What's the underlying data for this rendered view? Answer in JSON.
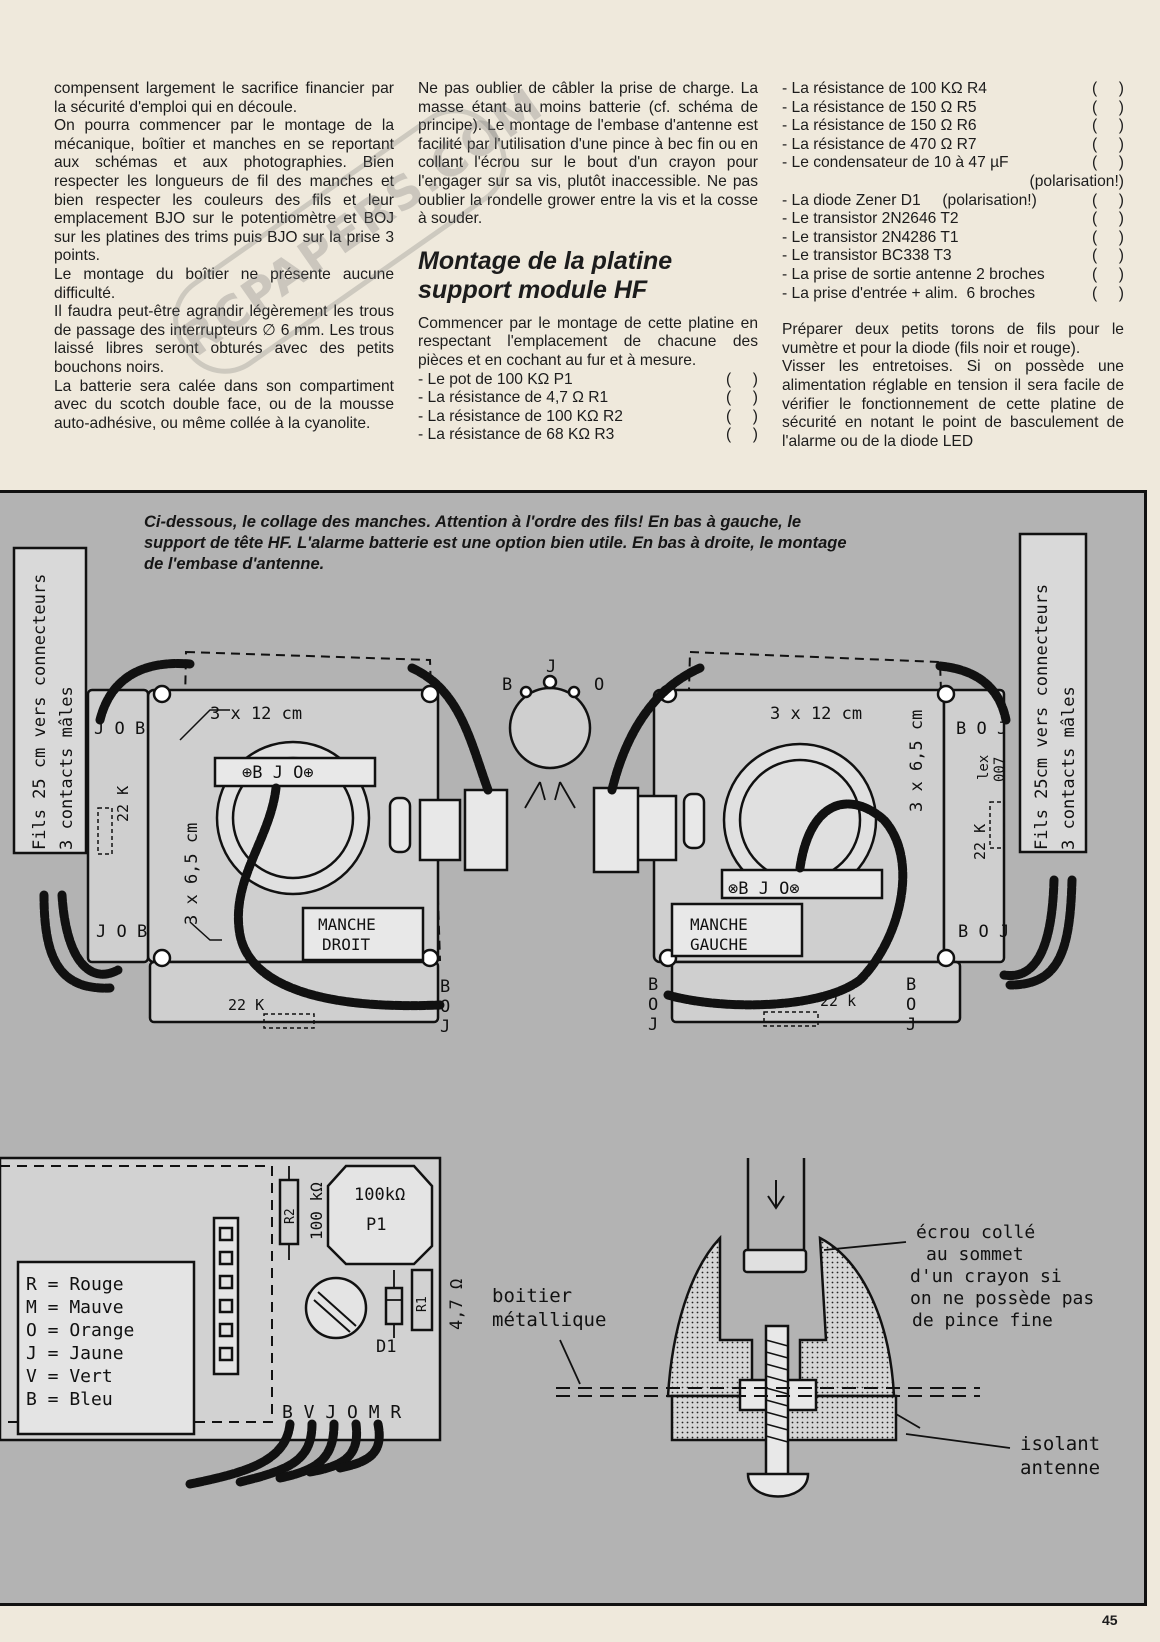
{
  "col1": {
    "p1": "compensent largement le sacrifice financier par la sécurité d'emploi qui en découle.",
    "p2": "On pourra commencer par le montage de la mécanique, boîtier et manches en se reportant aux schémas et aux photographies. Bien respecter les longueurs de fil des manches et bien respecter les couleurs des fils et leur emplacement BJO sur le potentiomètre et BOJ sur les platines des trims puis BJO sur la prise 3 points.",
    "p3": "Le montage du boîtier ne présente aucune difficulté.",
    "p4": "Il faudra peut-être agrandir légèrement les trous de passage des interrupteurs ∅ 6 mm. Les trous laissé libres seront obturés avec des petits bouchons noirs.",
    "p5": "La batterie sera calée dans son compartiment avec du scotch double face, ou de la mousse auto-adhésive, ou même collée à la cyanolite."
  },
  "col2": {
    "p1": "Ne pas oublier de câbler la prise de charge. La masse étant au moins batterie (cf. schéma de principe). Le montage de l'embase d'antenne est facilité par l'utilisation d'une pince à bec fin ou en collant l'écrou sur le bout d'un crayon pour l'engager sur sa vis, plutôt inaccessible. Ne pas oublier la rondelle grower entre la vis et la cosse à souder.",
    "heading": "Montage de la platine support module HF",
    "p2": "Commencer par le montage de cette platine en respectant l'emplacement de chacune des pièces et en cochant au fur et à mesure.",
    "parts": [
      "- Le pot de 100 KΩ P1",
      "- La résistance de 4,7 Ω R1",
      "- La résistance de 100 KΩ R2",
      "- La résistance de 68 KΩ R3"
    ]
  },
  "col3": {
    "parts_a": [
      "- La résistance de 100 KΩ R4",
      "- La résistance de 150 Ω R5",
      "- La résistance de 150 Ω R6",
      "- La résistance de 470 Ω R7",
      "- Le condensateur de 10 à 47 µF"
    ],
    "polar1": "(polarisation!)",
    "parts_b": [
      "- La diode Zener D1     (polarisation!)",
      "- Le transistor 2N2646 T2",
      "- Le transistor 2N4286 T1",
      "- Le transistor BC338 T3",
      "- La prise de sortie antenne 2 broches",
      "- La prise d'entrée + alim.  6 broches"
    ],
    "checkbox": "(     )",
    "p1": "Préparer deux petits torons de fils pour le vumètre et pour la diode (fils noir et rouge).",
    "p2": "Visser les entretoises. Si on possède une alimentation réglable en tension il sera facile de vérifier le fonctionnement de cette platine de sécurité en notant le point de basculement de l'alarme ou de la diode LED"
  },
  "watermark": "RCPAPERS.COM",
  "caption": "Ci-dessous, le collage des manches. Attention à l'ordre des fils! En bas à gauche, le support de tête HF. L'alarme batterie est une option bien utile. En bas à droite, le montage de l'embase d'antenne.",
  "diagram": {
    "side_left": [
      "Fils 25 cm vers connecteurs",
      "3 contacts mâles"
    ],
    "side_right": [
      "Fils 25cm vers connecteurs",
      "3 contacts mâles"
    ],
    "screw_note": "3 x 12 cm",
    "screw_note2": "3 x 6,5 cm",
    "job": "J O B",
    "boj": "B O J",
    "res22k": "22 K",
    "res22k_b": "22 k",
    "pot_left": "⊕B J O⊕",
    "pot_right": "⊗B J O⊗",
    "manche_droit": [
      "MANCHE",
      "DROIT"
    ],
    "manche_gauche": [
      "MANCHE",
      "GAUCHE"
    ],
    "pot_b": "B",
    "pot_j": "J",
    "pot_o": "O",
    "lex": [
      "lex",
      "007"
    ],
    "b_letter": "B",
    "o_letter": "O",
    "j_letter": "J"
  },
  "hf": {
    "legend": [
      "R =  Rouge",
      "M =  Mauve",
      "O =  Orange",
      "J =  Jaune",
      "V =  Vert",
      "B =  Bleu"
    ],
    "r2": "R2",
    "r2v": "100 kΩ",
    "p1v": "100kΩ",
    "p1": "P1",
    "r1": "R1",
    "r1v": "4,7 Ω",
    "d1": "D1",
    "pins": "B V J O M R"
  },
  "antenna": {
    "boitier": [
      "boitier",
      "métallique"
    ],
    "ecrou": [
      "écrou collé",
      "au sommet",
      "d'un crayon si",
      "on ne possède pas",
      "de pince fine"
    ],
    "isolant": [
      "isolant",
      "antenne"
    ]
  },
  "page_number": "45"
}
